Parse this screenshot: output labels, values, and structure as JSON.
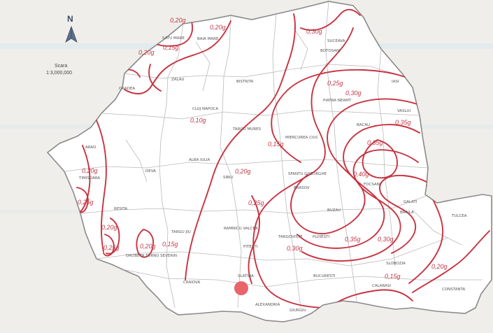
{
  "north_label": "N",
  "scale": {
    "title": "Scara",
    "ratio": "1:3,000,000"
  },
  "colors": {
    "isoline": "#c8323f",
    "border": "#8a8a8a",
    "county": "#b9b9b9",
    "marker": "#e9646a",
    "land": "#ffffff"
  },
  "isolines": [
    {
      "label": "0,20g",
      "value": 0.2
    },
    {
      "label": "0,15g",
      "value": 0.15
    },
    {
      "label": "0,20g",
      "value": 0.2
    },
    {
      "label": "0,30g",
      "value": 0.3
    },
    {
      "label": "0,20g",
      "value": 0.2
    },
    {
      "label": "0,25g",
      "value": 0.25
    },
    {
      "label": "0,10g",
      "value": 0.1
    },
    {
      "label": "0,35g",
      "value": 0.35
    },
    {
      "label": "0,15g",
      "value": 0.15
    },
    {
      "label": "0,35g",
      "value": 0.35
    },
    {
      "label": "0,40g",
      "value": 0.4
    },
    {
      "label": "0,20g",
      "value": 0.2
    },
    {
      "label": "0,20g",
      "value": 0.2
    },
    {
      "label": "0,25g",
      "value": 0.25
    },
    {
      "label": "0,25g",
      "value": 0.25
    },
    {
      "label": "0,20g",
      "value": 0.2
    },
    {
      "label": "0,25g",
      "value": 0.25
    },
    {
      "label": "0,20g",
      "value": 0.2
    },
    {
      "label": "0,15g",
      "value": 0.15
    },
    {
      "label": "0,30g",
      "value": 0.3
    },
    {
      "label": "0,35g",
      "value": 0.35
    },
    {
      "label": "0,30g",
      "value": 0.3
    },
    {
      "label": "0,20g",
      "value": 0.2
    },
    {
      "label": "0,30g",
      "value": 0.3
    },
    {
      "label": "0,15g",
      "value": 0.15
    }
  ],
  "cities": [
    "SATU MARE",
    "BAIA MARE",
    "SUCEAVA",
    "BOTOSANI",
    "ORADEA",
    "ZALAU",
    "BISTRITA",
    "IASI",
    "CLUJ NAPOCA",
    "TARGU MURES",
    "PIATRA NEAMT",
    "VASLUI",
    "BACAU",
    "MIERCUREA CIUC",
    "ARAD",
    "ALBA IULIA",
    "SIBIU",
    "SFANTU GHEORGHE",
    "BRASOV",
    "FOCSANI",
    "TIMISOARA",
    "DEVA",
    "RESITA",
    "TARGU JIU",
    "RAMNICU VALCEA",
    "BUZAU",
    "GALATI",
    "BRAILA",
    "TULCEA",
    "PITESTI",
    "TARGOVISTE",
    "PLOIESTI",
    "SLOBOZIA",
    "CALARASI",
    "DROBETA TURNU SEVERIN",
    "CRAIOVA",
    "SLATINA",
    "ALEXANDRIA",
    "GIURGIU",
    "CONSTANTA",
    "BUCURESTI"
  ],
  "marker": {
    "name": "site-marker"
  }
}
